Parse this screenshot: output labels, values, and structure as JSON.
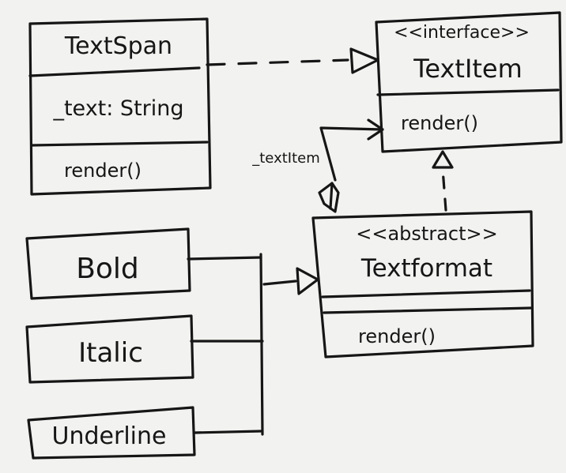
{
  "classes": {
    "textspan": {
      "name": "TextSpan",
      "attribute": "_text: String",
      "method": "render()"
    },
    "textitem": {
      "stereotype": "<<interface>>",
      "name": "TextItem",
      "method": "render()"
    },
    "textformat": {
      "stereotype": "<<abstract>>",
      "name": "Textformat",
      "method": "render()"
    },
    "bold": {
      "name": "Bold"
    },
    "italic": {
      "name": "Italic"
    },
    "underline": {
      "name": "Underline"
    }
  },
  "relations": {
    "association_label": "_textItem"
  }
}
